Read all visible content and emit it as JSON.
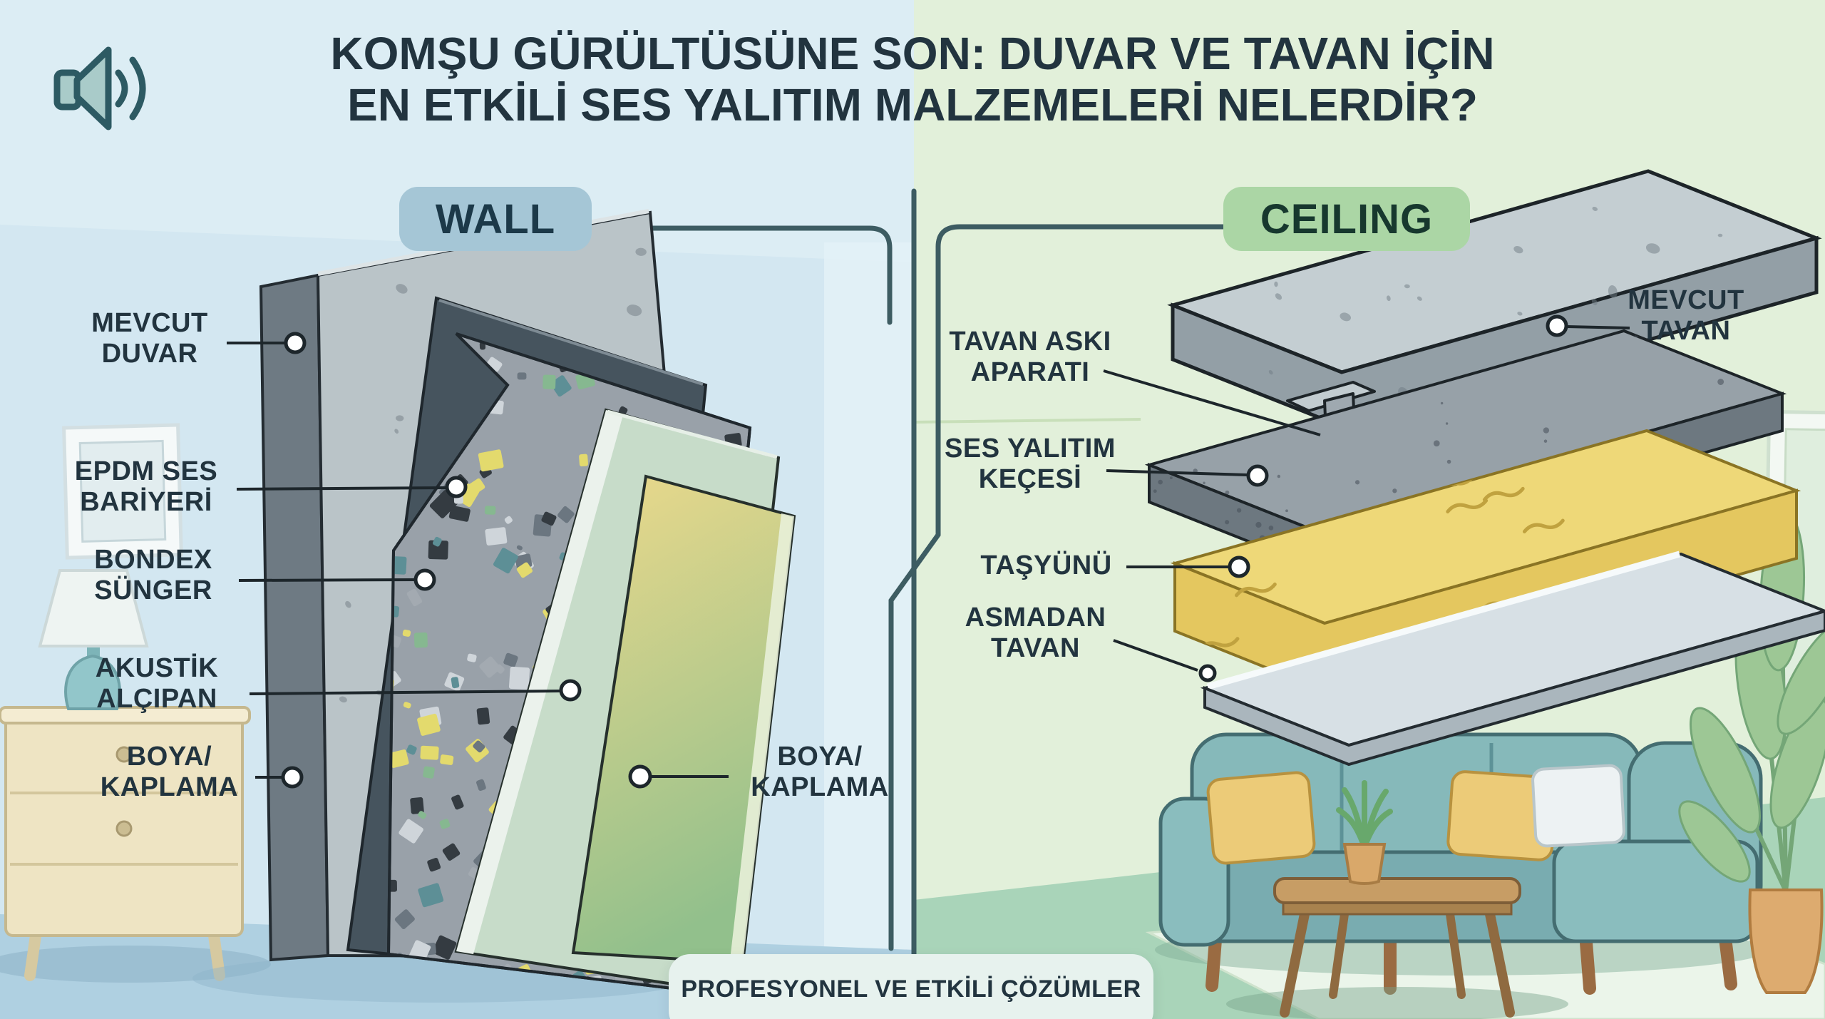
{
  "header": {
    "icon": "speaker-sound-icon",
    "title_line1": "KOMŞU GÜRÜLTÜSÜNE SON: DUVAR VE TAVAN İÇİN",
    "title_line2": "EN ETKİLİ SES YALITIM MALZEMELERİ NELERDİR?"
  },
  "wall_section": {
    "header": "WALL",
    "labels": {
      "mevcut_duvar": "MEVCUT\nDUVAR",
      "epdm": "EPDM SES\nBARİYERİ",
      "bondex": "BONDEX\nSÜNGER",
      "akustik": "AKUSTİK\nALÇIPAN",
      "boya_left": "BOYA/\nKAPLAMA",
      "boya_right": "BOYA/\nKAPLAMA"
    }
  },
  "ceiling_section": {
    "header": "CEILING",
    "labels": {
      "mevcut_tavan": "MEVCUT\nTAVAN",
      "tavan_aski": "TAVAN ASKI\nAPARATI",
      "ses_yalitim": "SES YALITIM\nKEÇESİ",
      "tasyunu": "TAŞYÜNÜ",
      "asmadan": "ASMADAN\nTAVAN"
    }
  },
  "footer": {
    "banner": "PROFESYONEL VE ETKİLİ ÇÖZÜMLER"
  },
  "colors": {
    "bg_left": "#d3e7f1",
    "bg_left_top": "#dcedf4",
    "bg_right": "#e2f0da",
    "floor_left": "#afd0e1",
    "floor_right": "#a9d4b9",
    "chip_wall": "#a5c6d6",
    "chip_ceiling": "#abd6a5",
    "ink": "#22343f",
    "banner_bg": "#e7f2ee",
    "line_color": "#3d5c62",
    "leader_color": "#1d262b",
    "concrete": "#bac4c8",
    "epdm": "#46545e",
    "drywall_green": "#c7dcc9",
    "rockwool_yellow": "#e4c75f",
    "sofa_teal": "#86b9ba",
    "pillow_yellow": "#eccb78"
  }
}
